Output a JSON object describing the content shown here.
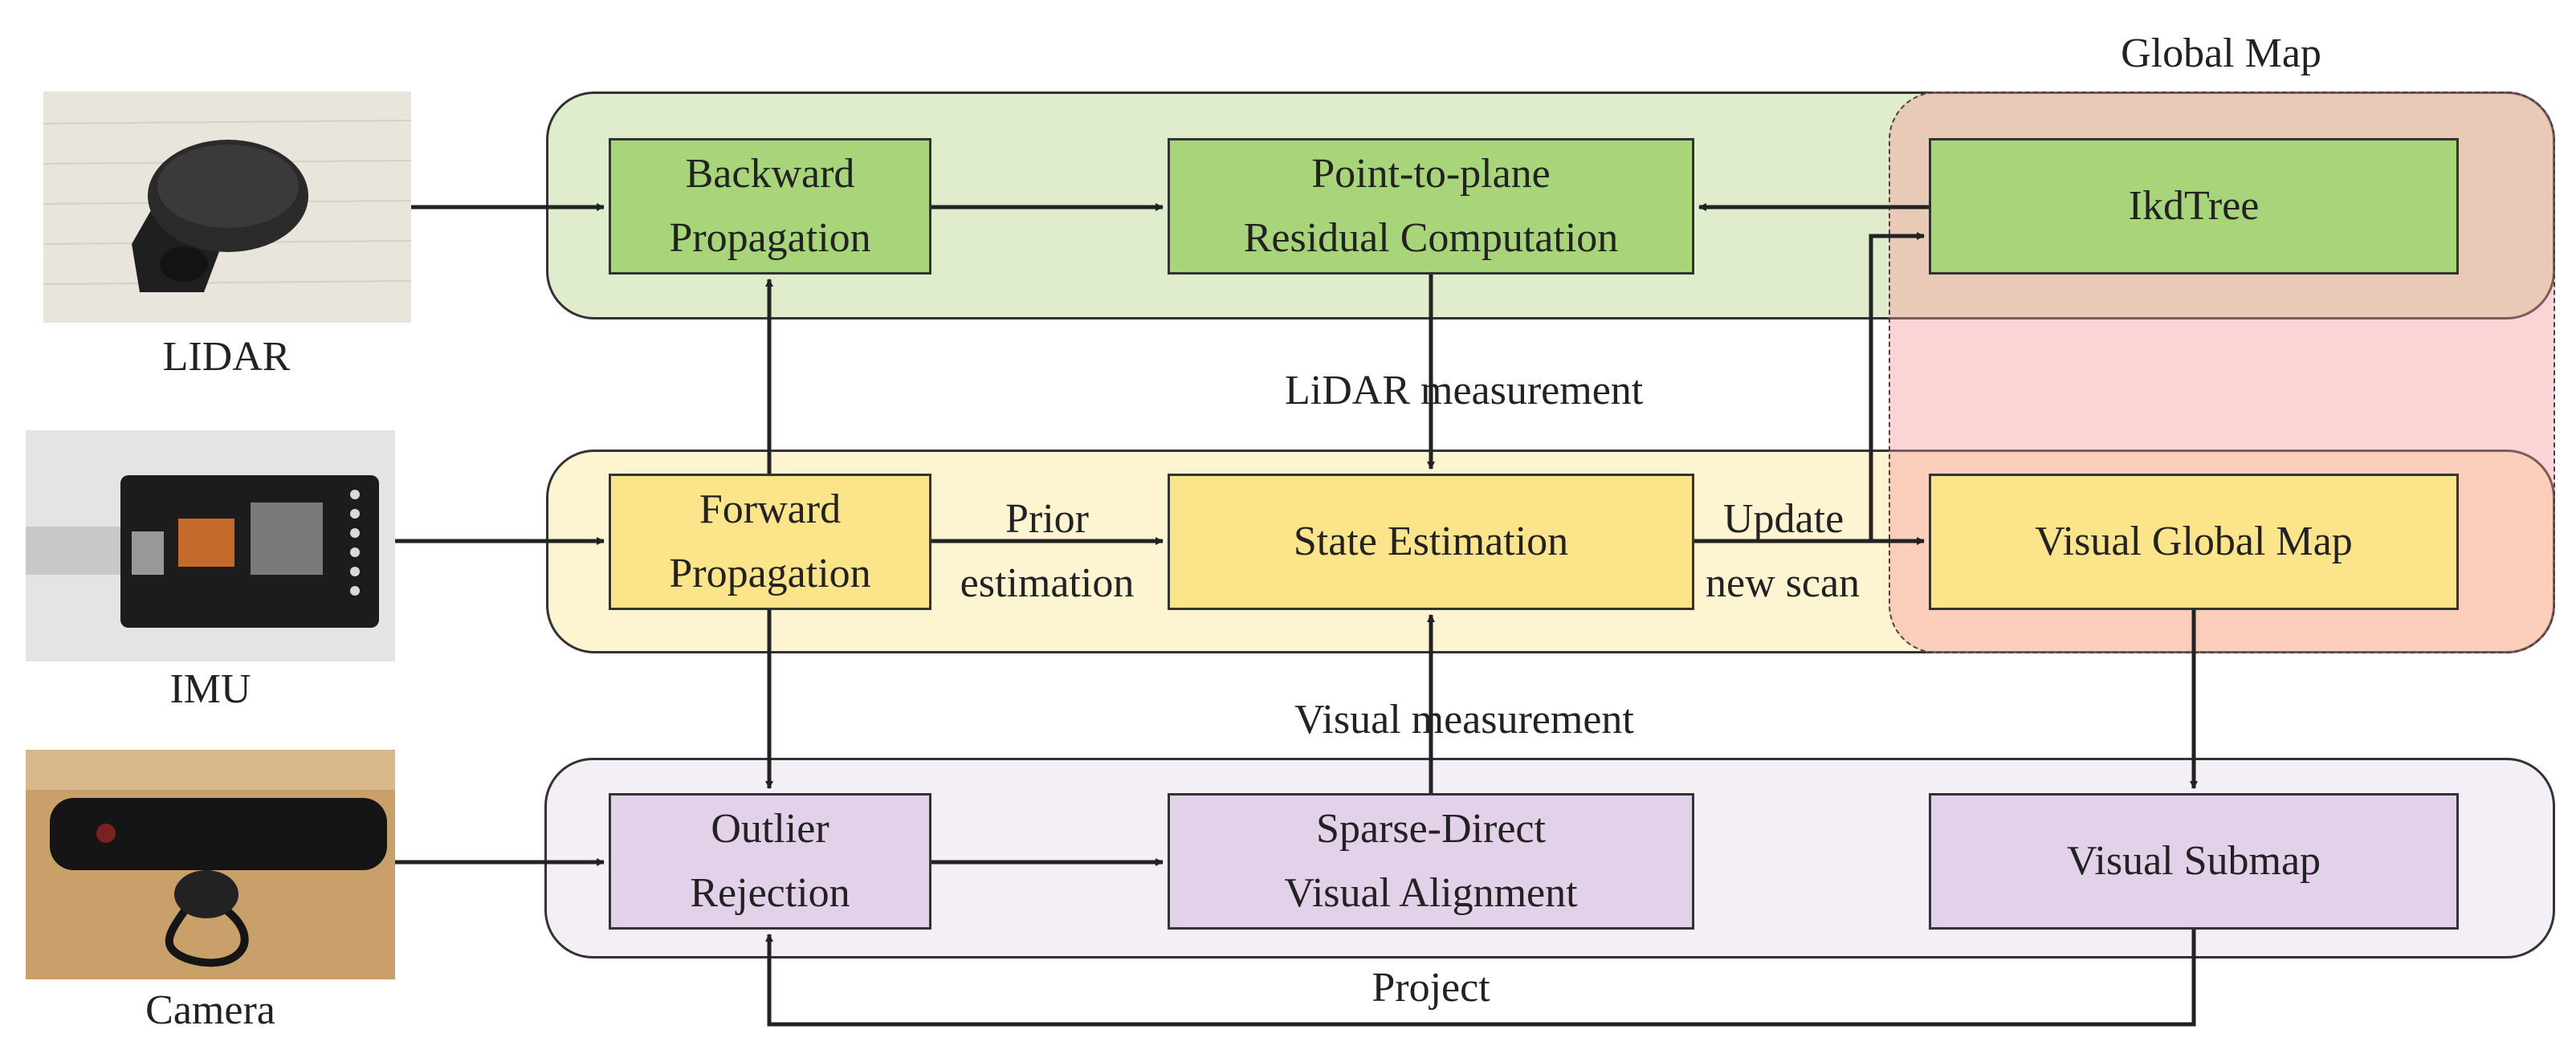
{
  "sensors": {
    "lidar": "LIDAR",
    "imu": "IMU",
    "camera": "Camera"
  },
  "region_labels": {
    "global_map": "Global Map"
  },
  "boxes": {
    "backward_propagation": "Backward\nPropagation",
    "point_to_plane": "Point-to-plane\nResidual Computation",
    "ikdtree": "IkdTree",
    "forward_propagation": "Forward\nPropagation",
    "state_estimation": "State Estimation",
    "visual_global_map": "Visual Global Map",
    "outlier_rejection": "Outlier\nRejection",
    "sparse_direct": "Sparse-Direct\nVisual Alignment",
    "visual_submap": "Visual Submap"
  },
  "edge_labels": {
    "lidar_measurement": "LiDAR measurement",
    "prior": "Prior",
    "estimation": "estimation",
    "update": "Update",
    "new_scan": "new scan",
    "visual_measurement": "Visual measurement",
    "project": "Project"
  },
  "colors": {
    "lidar_region": "#e0edcc",
    "imu_region": "#fdf4d2",
    "camera_region": "#f4eef6",
    "global_map_region": "#f6b6a8",
    "green_box": "#a8d47a",
    "yellow_box": "#fbe48a",
    "purple_box": "#e2d1e8"
  },
  "icons": [
    "lidar-device-photo",
    "imu-board-photo",
    "camera-device-photo"
  ]
}
